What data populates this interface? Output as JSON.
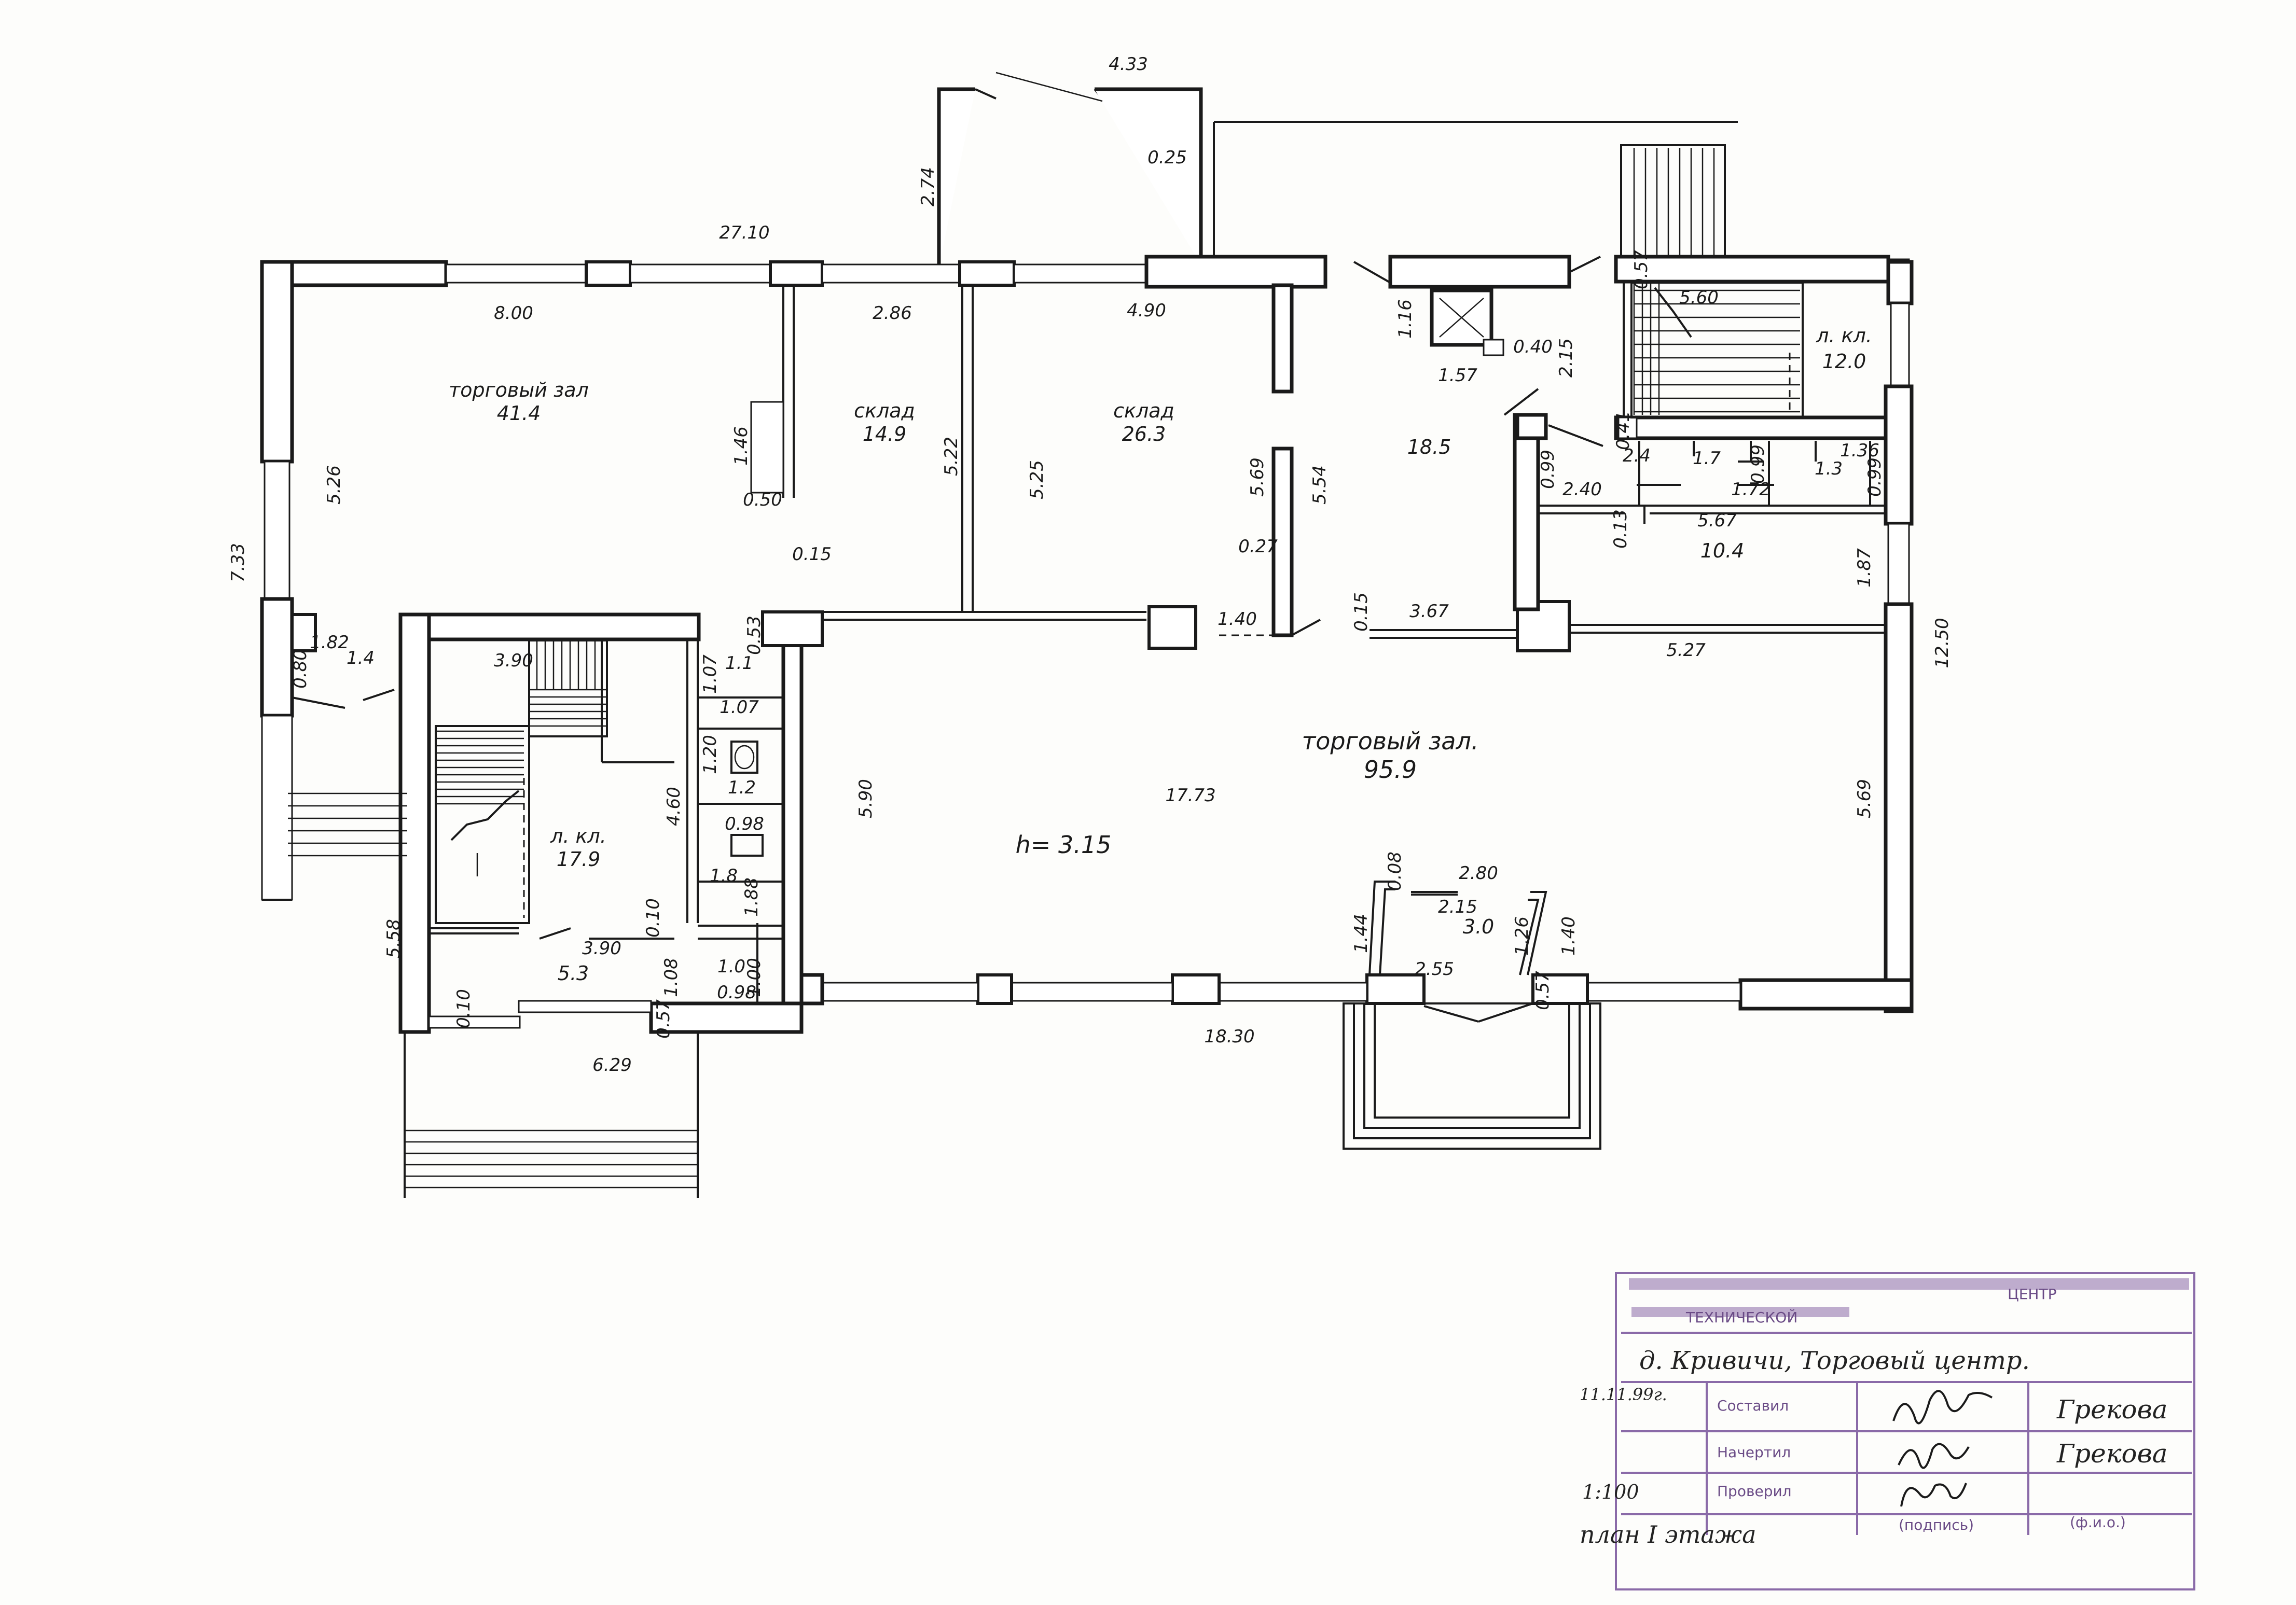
{
  "rooms": {
    "hall_small": {
      "name": "торговый зал",
      "area": "41.4"
    },
    "store_1": {
      "name": "склад",
      "area": "14.9"
    },
    "store_2": {
      "name": "склад",
      "area": "26.3"
    },
    "room_18": {
      "area": "18.5"
    },
    "stair_right": {
      "name": "л. кл.",
      "area": "12.0"
    },
    "corridor_right": {
      "area": "10.4"
    },
    "hall_main": {
      "name": "торговый зал.",
      "area": "95.9"
    },
    "stair_left": {
      "name": "л. кл.",
      "area": "17.9"
    },
    "vestibule_left": {
      "area": "5.3"
    },
    "vestibule_front": {
      "area": "3.0"
    },
    "height_note": "h= 3.15"
  },
  "dimensions": {
    "top_total": "27.10",
    "entry_top": "4.33",
    "entry_side": "2.74",
    "entry_wall": "0.25",
    "hall_small_w": "8.00",
    "store1_w": "2.86",
    "store2_w": "4.90",
    "d_1_16": "1.16",
    "d_0_40": "0.40",
    "d_2_15": "2.15",
    "d_0_57_top": "0.57",
    "stair_r_w": "5.60",
    "d_1_57": "1.57",
    "d_1_46": "1.46",
    "d_0_50": "0.50",
    "d_5_26": "5.26",
    "d_5_22": "5.22",
    "d_5_25": "5.25",
    "d_5_69_left": "5.69",
    "d_5_54": "5.54",
    "d_0_15_a": "0.15",
    "d_0_27": "0.27",
    "d_7_33": "7.33",
    "d_0_41": "0.41",
    "d_2_4": "2.4",
    "d_1_7": "1.7",
    "d_0_99_a": "0.99",
    "d_1_72": "1.72",
    "d_1_3": "1.3",
    "d_1_36": "1.36",
    "d_0_99_b": "0.99",
    "d_0_99_c": "0.99",
    "d_2_40": "2.40",
    "d_0_13": "0.13",
    "d_5_67": "5.67",
    "d_1_87": "1.87",
    "d_12_50": "12.50",
    "d_1_82": "1.82",
    "d_0_80": "0.80",
    "d_1_4": "1.4",
    "d_3_90_top": "3.90",
    "d_0_53": "0.53",
    "d_1_40_mid": "1.40",
    "d_0_15_b": "0.15",
    "d_3_67": "3.67",
    "d_5_27": "5.27",
    "d_1_07_a": "1.07",
    "d_1_1": "1.1",
    "d_1_07_b": "1.07",
    "d_1_20": "1.20",
    "d_1_2": "1.2",
    "d_0_98_a": "0.98",
    "d_4_60": "4.60",
    "d_5_90": "5.90",
    "d_17_73": "17.73",
    "d_5_69_right": "5.69",
    "d_1_8": "1.8",
    "d_1_88": "1.88",
    "d_0_10_a": "0.10",
    "d_0_08": "0.08",
    "d_2_80": "2.80",
    "d_2_15_b": "2.15",
    "d_1_44": "1.44",
    "d_1_26": "1.26",
    "d_1_40_right": "1.40",
    "d_3_90_bot": "3.90",
    "d_1_0": "1.0",
    "d_1_08": "1.08",
    "d_1_00": "1.00",
    "d_0_98_b": "0.98",
    "d_2_55": "2.55",
    "d_0_57_left": "0.57",
    "d_0_57_right": "0.57",
    "d_5_58": "5.58",
    "d_0_10_b": "0.10",
    "d_6_29": "6.29",
    "d_18_30": "18.30"
  },
  "title_block": {
    "org_line_1": "ЦЕНТР",
    "org_line_2": "ТЕХНИЧЕСКОЙ",
    "object": "д. Кривичи, Торговый  центр.",
    "date": "11.11.99г.",
    "role_1": "Составил",
    "role_2": "Начертил",
    "role_3": "Проверил",
    "signer_1": "Грекова",
    "signer_2": "Грекова",
    "scale": "1:100",
    "sheet": "план  I  этажа",
    "sign_caption": "(подпись)",
    "name_caption": "(ф.и.о.)"
  }
}
